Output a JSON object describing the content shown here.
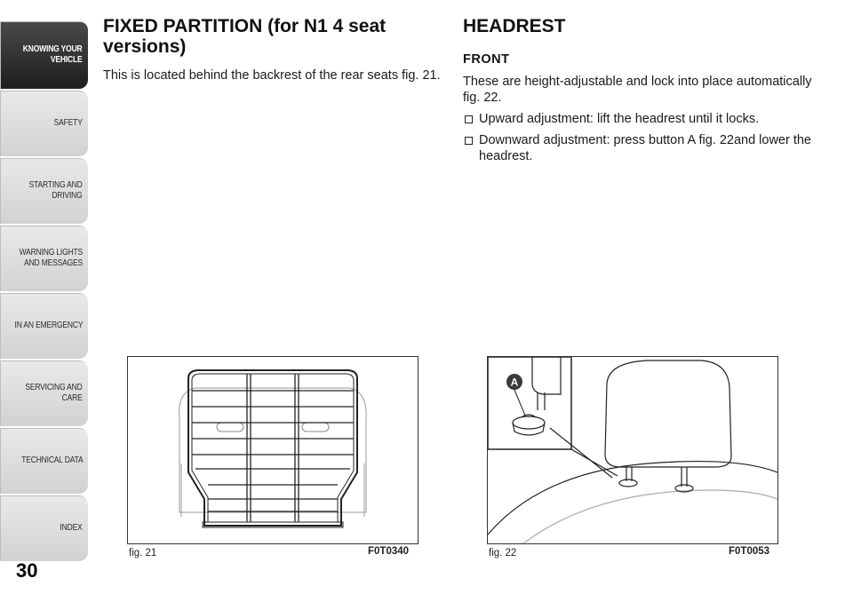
{
  "sidebar": {
    "tabs": [
      {
        "label": "KNOWING YOUR\nVEHICLE",
        "active": true
      },
      {
        "label": "SAFETY",
        "active": false
      },
      {
        "label": "STARTING AND\nDRIVING",
        "active": false
      },
      {
        "label": "WARNING LIGHTS\nAND MESSAGES",
        "active": false
      },
      {
        "label": "IN AN EMERGENCY",
        "active": false
      },
      {
        "label": "SERVICING AND\nCARE",
        "active": false
      },
      {
        "label": "TECHNICAL DATA",
        "active": false
      },
      {
        "label": "INDEX",
        "active": false
      }
    ],
    "page_number": "30"
  },
  "left": {
    "title": "FIXED PARTITION (for N1 4 seat versions)",
    "body": "This is located behind the backrest of the rear seats fig. 21."
  },
  "right": {
    "title": "HEADREST",
    "subtitle": "FRONT",
    "body": "These are height-adjustable and lock into place automatically fig. 22.",
    "bullets": [
      "Upward adjustment: lift the headrest until it locks.",
      "Downward adjustment: press button A fig. 22and lower the headrest."
    ]
  },
  "figures": [
    {
      "caption": "fig. 21",
      "code": "F0T0340"
    },
    {
      "caption": "fig. 22",
      "code": "F0T0053",
      "callout": "A"
    }
  ],
  "colors": {
    "active_tab": "#2a2a2a",
    "tab": "#dcdcdc",
    "text": "#1a1a1a"
  }
}
